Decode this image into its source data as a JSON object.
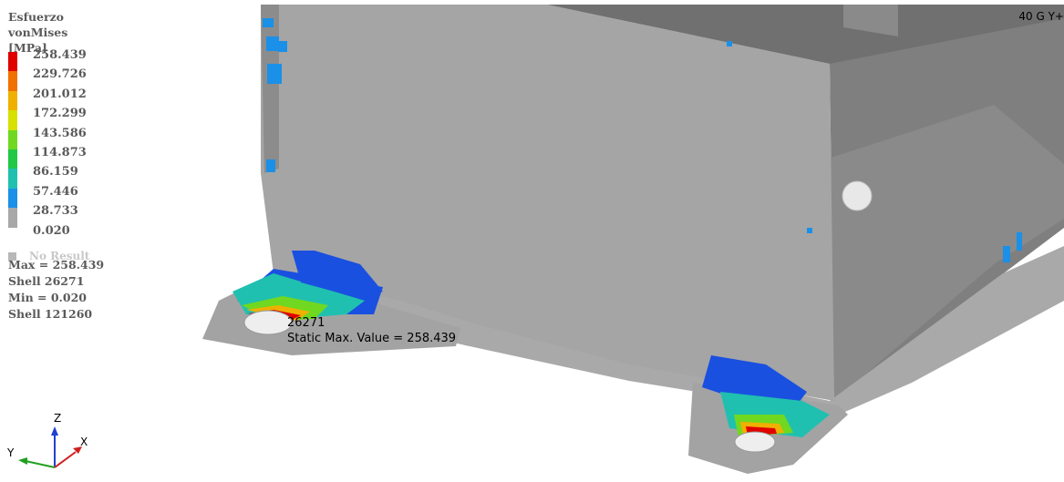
{
  "legend": {
    "title_line1": "Esfuerzo vonMises",
    "title_line2": "[MPa]",
    "levels": [
      "258.439",
      "229.726",
      "201.012",
      "172.299",
      "143.586",
      "114.873",
      "86.159",
      "57.446",
      "28.733",
      "0.020"
    ],
    "colors": [
      "#e00000",
      "#f07000",
      "#f0b000",
      "#d8e000",
      "#70d820",
      "#20c848",
      "#20c0b0",
      "#1a90e8",
      "#1a50e0",
      "#a8a8a8"
    ],
    "no_result_label": "No Result"
  },
  "stats": {
    "max": "Max = 258.439",
    "max_shell": "Shell 26271",
    "min": "Min = 0.020",
    "min_shell": "Shell 121260"
  },
  "annotation": {
    "id": "26271",
    "value": "Static Max. Value =  258.439"
  },
  "corner_label": "40 G Y+",
  "triad": {
    "z": "Z",
    "y": "Y",
    "x": "X"
  }
}
